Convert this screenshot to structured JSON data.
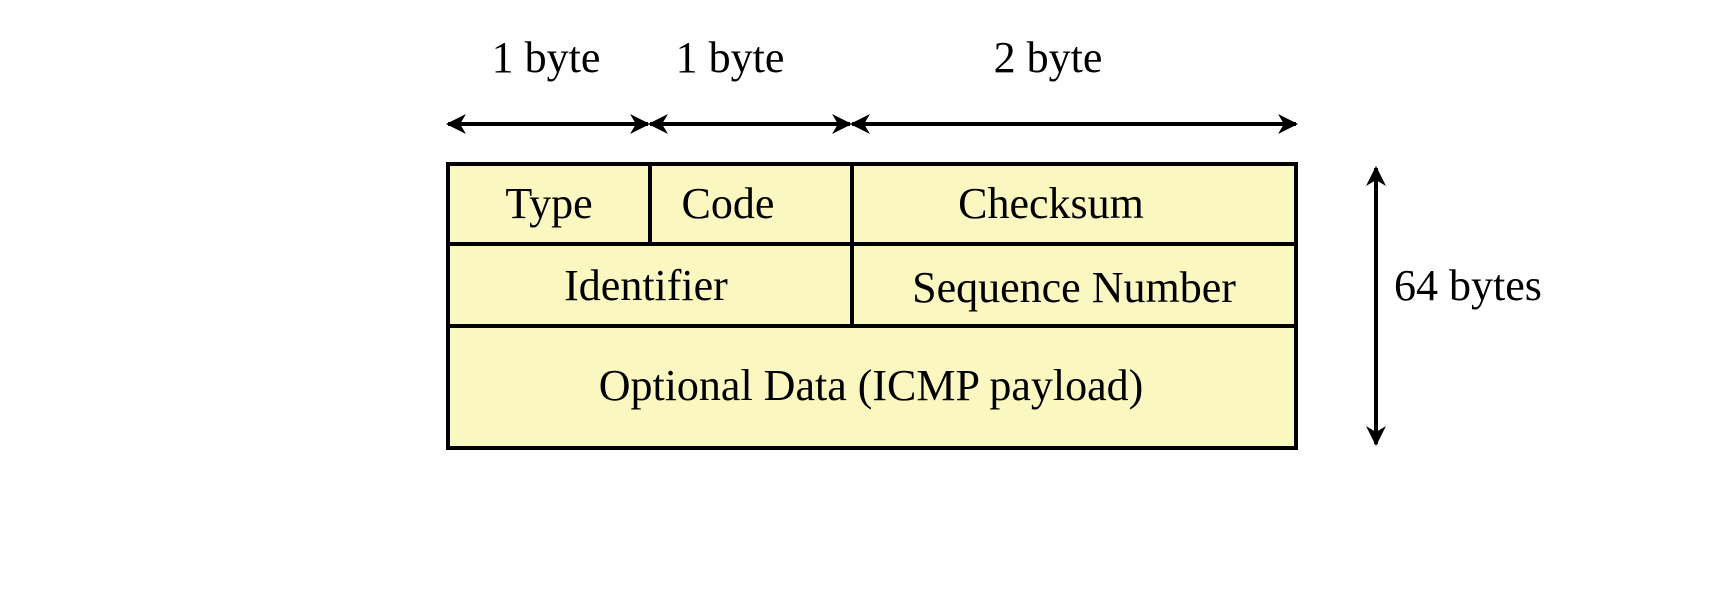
{
  "colors": {
    "cell_fill": "#FAF7C0",
    "stroke": "#000000",
    "background": "#FFFFFF"
  },
  "width_labels": {
    "type": "1 byte",
    "code": "1 byte",
    "checksum": "2 byte"
  },
  "height_label": "64 bytes",
  "fields": {
    "type": "Type",
    "code": "Code",
    "checksum": "Checksum",
    "identifier": "Identifier",
    "sequence_number": "Sequence Number",
    "optional_data": "Optional Data (ICMP payload)"
  }
}
